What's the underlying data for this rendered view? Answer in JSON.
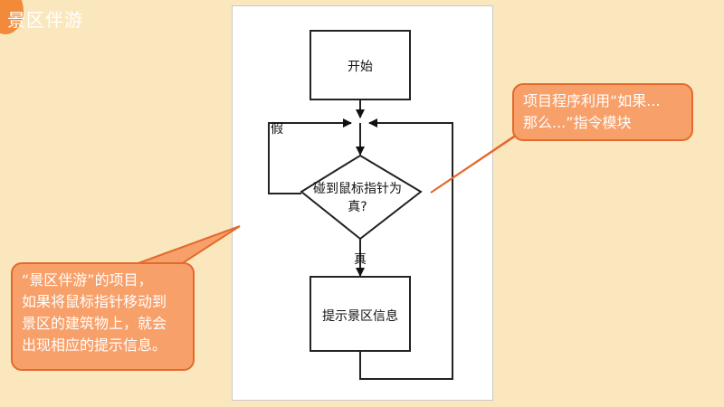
{
  "slide_title": "景区伴游",
  "flowchart": {
    "start": "开始",
    "decision_line1": "碰到鼠标指针为",
    "decision_line2": "真?",
    "false_label": "假",
    "true_label": "真",
    "process": "提示景区信息"
  },
  "callouts": {
    "right_line1": "项目程序利用“如果...",
    "right_line2": "那么...”指令模块",
    "left_line1": "“景区伴游”的项目，",
    "left_line2": "如果将鼠标指针移动到",
    "left_line3": "景区的建筑物上，就会",
    "left_line4": "出现相应的提示信息。"
  },
  "colors": {
    "background": "#fbe7bd",
    "accent": "#f28a3a",
    "callout_fill": "#f8a06a",
    "callout_border": "#e26a2c"
  }
}
